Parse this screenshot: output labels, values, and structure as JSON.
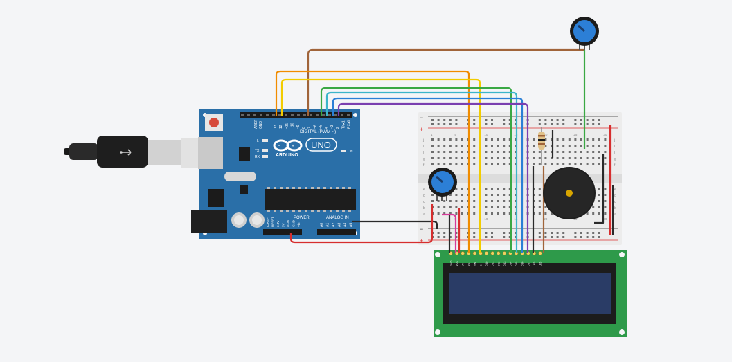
{
  "colors": {
    "background": "#f4f5f7",
    "arduino_board": "#2a6fa8",
    "breadboard": "#eeeeee",
    "lcd_pcb": "#2e9a4a",
    "lcd_screen": "#2a3c66",
    "buzzer": "#202020",
    "potentiometer": "#2c7fd6"
  },
  "icons": {
    "usb_cable": "usb-cable-icon",
    "reset_button": "reset-button-icon",
    "arduino_logo": "arduino-infinity-logo",
    "potentiometer": "potentiometer-icon",
    "buzzer": "piezo-buzzer-icon",
    "resistor": "resistor-icon"
  },
  "arduino": {
    "aref": "AREF",
    "gnd": "GND",
    "digital_pins": [
      "13",
      "12",
      "~11",
      "~10",
      "~9",
      "8",
      "7",
      "~6",
      "~5",
      "4",
      "~3",
      "2",
      "TX▸1",
      "RX◂0"
    ],
    "digital_label": "DIGITAL (PWM ~)",
    "logo_label": "ARDUINO",
    "uno_label": "UNO",
    "led_l": "L",
    "led_tx": "TX",
    "led_rx": "RX",
    "led_on": "ON",
    "power_label": "POWER",
    "analog_label": "ANALOG IN",
    "power_pins": [
      "IOREF",
      "RESET",
      "3.3V",
      "5V",
      "GND",
      "GND",
      "Vin"
    ],
    "analog_pins": [
      "A0",
      "A1",
      "A2",
      "A3",
      "A4",
      "A5"
    ]
  },
  "breadboard": {
    "column_numbers": [
      "1",
      "5",
      "10",
      "15",
      "20",
      "25",
      "30"
    ],
    "row_letters_top": [
      "j",
      "i",
      "h",
      "g",
      "f"
    ],
    "row_letters_bottom": [
      "e",
      "d",
      "c",
      "b",
      "a"
    ],
    "plus": "+",
    "minus": "−"
  },
  "lcd": {
    "pins": [
      "GND",
      "VCC",
      "V0",
      "RS",
      "RW",
      "E",
      "DB0",
      "DB1",
      "DB2",
      "DB3",
      "DB4",
      "DB5",
      "DB6",
      "DB7",
      "LED",
      "LED"
    ]
  }
}
